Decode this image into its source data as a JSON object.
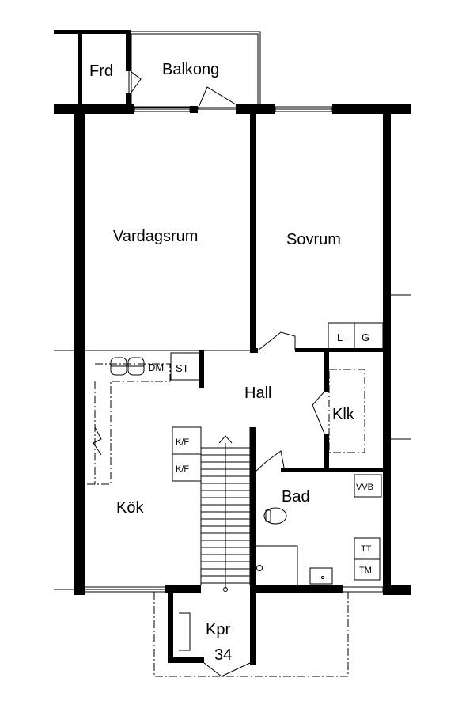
{
  "rooms": {
    "frd": "Frd",
    "balkong": "Balkong",
    "vardagsrum": "Vardagsrum",
    "sovrum": "Sovrum",
    "hall": "Hall",
    "klk": "Klk",
    "kok": "Kök",
    "bad": "Bad",
    "kpr": "Kpr",
    "unit_number": "34"
  },
  "fixtures": {
    "dm": "DM",
    "st": "ST",
    "kf_upper": "K/F",
    "kf_lower": "K/F",
    "l": "L",
    "g": "G",
    "vvb": "VVB",
    "tt": "TT",
    "tm": "TM"
  }
}
